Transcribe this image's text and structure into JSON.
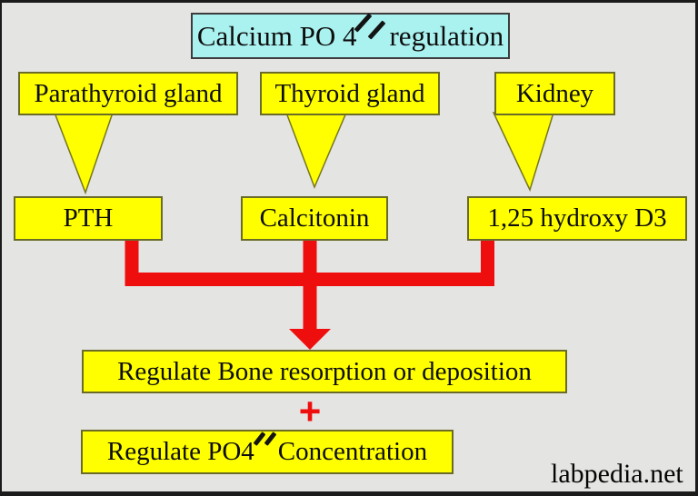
{
  "title": {
    "prefix": "Calcium PO 4",
    "suffix": "regulation"
  },
  "organs": [
    {
      "label": "Parathyroid gland"
    },
    {
      "label": "Thyroid gland"
    },
    {
      "label": "Kidney"
    }
  ],
  "hormones": [
    {
      "label": "PTH"
    },
    {
      "label": "Calcitonin"
    },
    {
      "label": "1,25 hydroxy D3"
    }
  ],
  "outcomes": {
    "bone": "Regulate Bone resorption or deposition",
    "plus": "+",
    "po4_prefix": "Regulate PO4",
    "po4_suffix": "Concentration"
  },
  "watermark": "labpedia.net",
  "colors": {
    "background": "#e4e4e2",
    "frame_border": "#1b1b1b",
    "title_fill": "#aaf2f0",
    "box_fill": "#ffff00",
    "box_border": "#6b6b28",
    "connector_red": "#ee0e0e",
    "text": "#0d0d0d"
  }
}
